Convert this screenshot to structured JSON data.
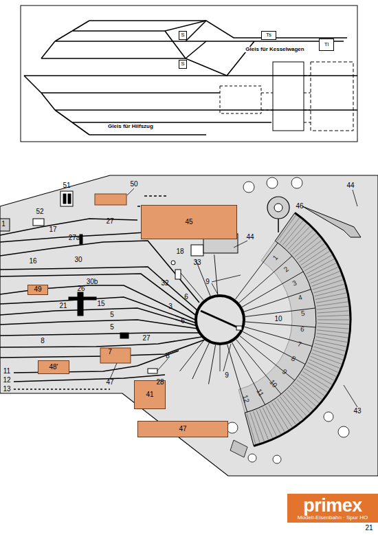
{
  "diagram": {
    "nodes": [
      {
        "text": [
          "S"
        ]
      },
      {
        "text": [
          "Ts"
        ]
      },
      {
        "text": [
          "Tl"
        ]
      },
      {
        "text": [
          "S"
        ]
      },
      {
        "text": [
          "45"
        ]
      },
      {
        "text": [
          "49"
        ]
      },
      {
        "text": [
          "48'"
        ]
      },
      {
        "text": [
          "41"
        ]
      },
      {
        "text": [
          "47"
        ]
      },
      {
        "text": [
          "primex",
          "Modell-Eisenbahn · Spur HO"
        ]
      }
    ],
    "labels": [
      "Gleis für Kesselwagen",
      "Gleis für Hilfszug",
      "1",
      "50",
      "51",
      "52",
      "17",
      "27",
      "27a",
      "44",
      "46",
      "44",
      "16",
      "30",
      "30b",
      "18",
      "33",
      "32",
      "9",
      "6",
      "26",
      "21",
      "15",
      "3",
      "5",
      "5",
      "6",
      "27",
      "8",
      "7",
      "10",
      "8",
      "11",
      "12",
      "13",
      "28",
      "47",
      "9",
      "43",
      "1",
      "2",
      "3",
      "4",
      "5",
      "6",
      "7",
      "8",
      "9",
      "10",
      "11",
      "12",
      "21"
    ]
  }
}
